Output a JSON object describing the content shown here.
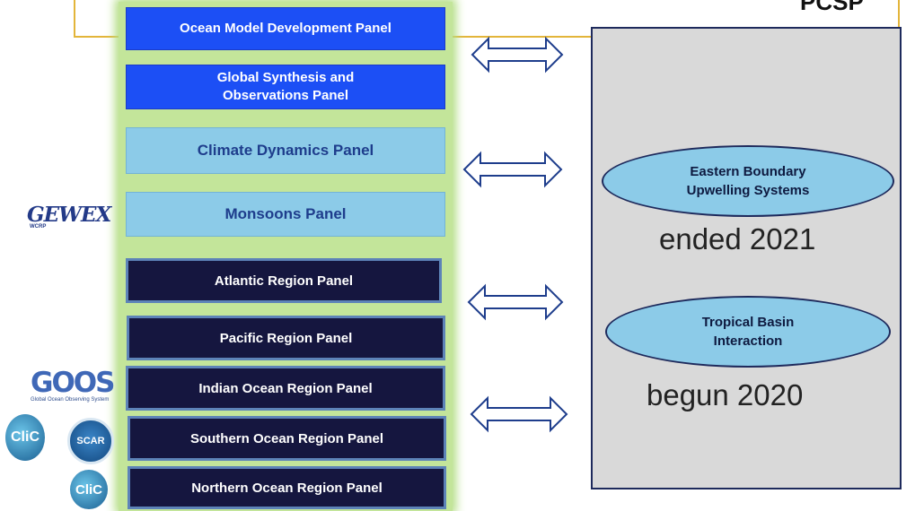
{
  "header": {
    "cut_title": "PCSP"
  },
  "panels": {
    "ocean_model": "Ocean Model Development Panel",
    "global_synthesis": "Global Synthesis and Observations Panel",
    "climate_dynamics": "Climate Dynamics Panel",
    "monsoons": "Monsoons Panel",
    "atlantic": "Atlantic Region Panel",
    "pacific": "Pacific Region Panel",
    "indian": "Indian Ocean Region Panel",
    "southern": "Southern Ocean Region Panel",
    "northern": "Northern Ocean Region Panel"
  },
  "right_box": {
    "ellipse1": "Eastern Boundary Upwelling Systems",
    "note1": "ended 2021",
    "ellipse2": "Tropical Basin Interaction",
    "note2": "begun 2020"
  },
  "logos": {
    "gewex": "GEWEX",
    "wcrp": "WCRP",
    "goos": "GOOS",
    "goos_sub": "Global Ocean Observing System",
    "clic": "CliC",
    "scar": "SCAR"
  },
  "colors": {
    "blue_panel": "#1c4ff5",
    "light_panel": "#8ccbe8",
    "dark_panel": "#15163f",
    "glow": "#c3e59a",
    "gold_line": "#e3b53a",
    "grey_box": "#d9d9d9"
  },
  "icons": [
    "double-arrow-icon",
    "gewex-logo",
    "goos-logo",
    "clic-logo",
    "scar-logo"
  ]
}
